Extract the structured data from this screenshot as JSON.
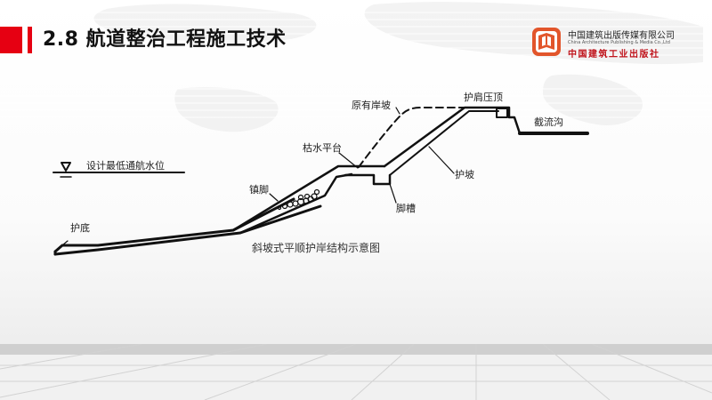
{
  "slide": {
    "title": "2.8 航道整治工程施工技术",
    "accent_color": "#e60012"
  },
  "publisher": {
    "name_cn": "中国建筑出版传媒有限公司",
    "name_en": "China Architecture Publishing & Media Co.,Ltd",
    "name_cn_calligraphy": "中国建筑工业出版社",
    "logo_icon": "publisher-logo-icon"
  },
  "diagram": {
    "caption": "斜坡式平顺护岸结构示意图",
    "labels": {
      "water_level": "设计最低通航水位",
      "bottom_protection": "护底",
      "toe_ballast": "镇脚",
      "dry_platform": "枯水平台",
      "original_slope": "原有岸坡",
      "shoulder_cap": "护肩压顶",
      "intercept_ditch": "截流沟",
      "slope_protection": "护坡",
      "toe_trench": "脚槽"
    }
  }
}
